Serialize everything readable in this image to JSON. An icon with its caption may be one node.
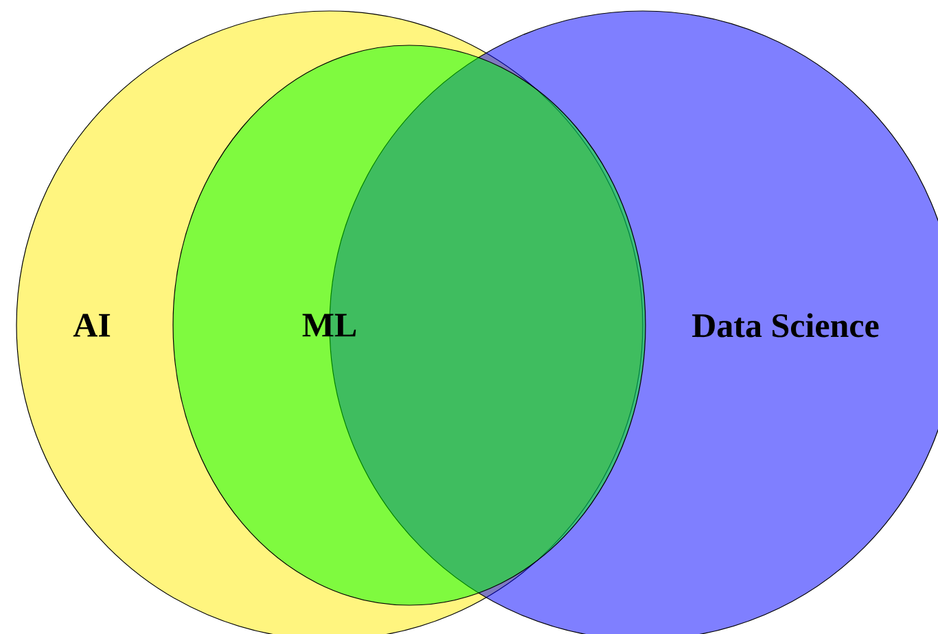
{
  "diagram": {
    "nodes": [
      {
        "text": [
          "AI"
        ]
      },
      {
        "text": [
          "Data Science"
        ]
      },
      {
        "text": [
          "ML"
        ],
        "in": 0
      }
    ]
  }
}
